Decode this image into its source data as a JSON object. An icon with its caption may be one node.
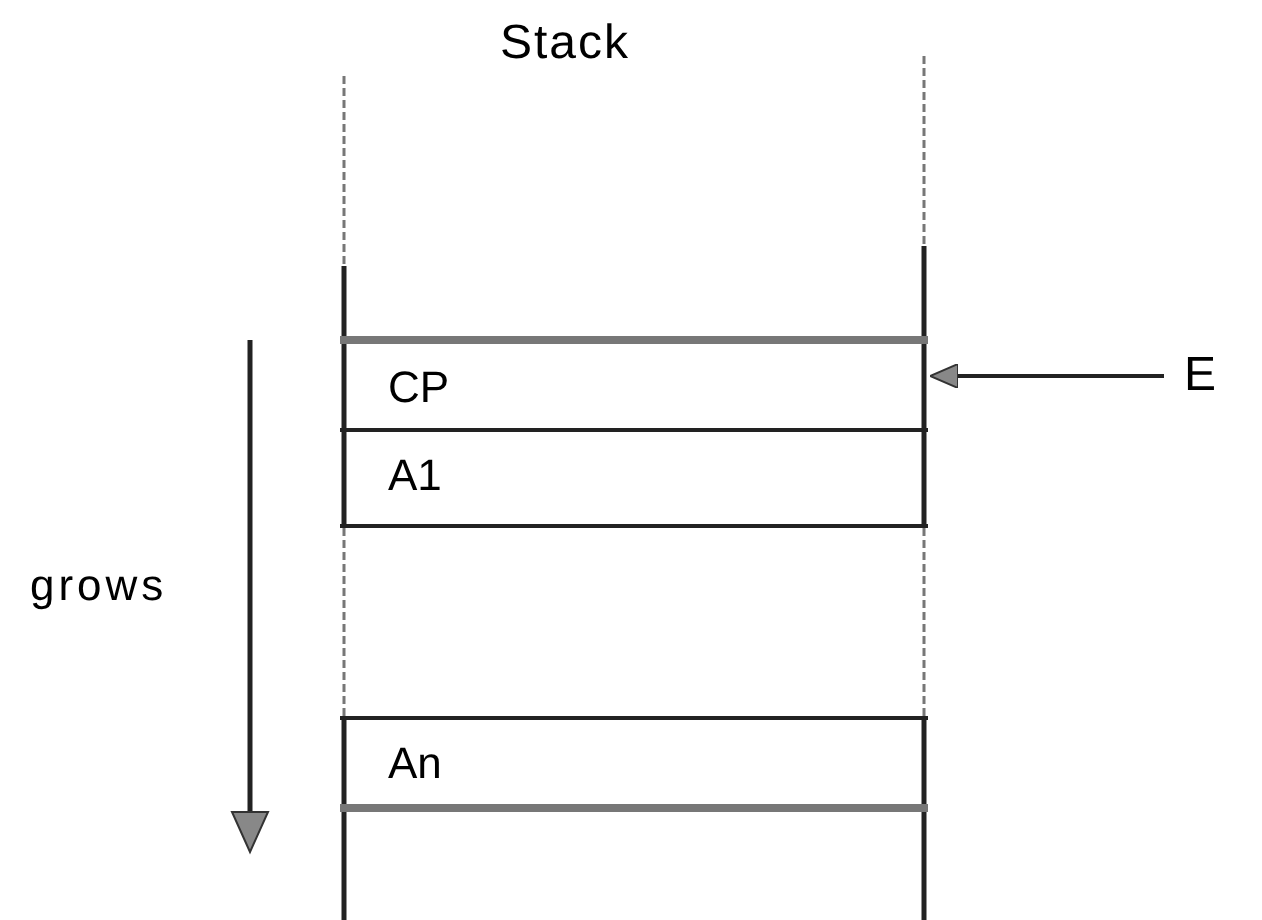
{
  "diagram": {
    "nodes": [
      {
        "text": [
          "Stack"
        ]
      },
      {
        "text": [
          "CP"
        ],
        "in": 0
      },
      {
        "text": [
          "A1"
        ],
        "in": 0
      },
      {
        "text": [
          "An"
        ],
        "in": 0
      },
      {
        "text": [
          "E"
        ]
      }
    ],
    "edges": [
      {
        "from": 4,
        "to": 1,
        "arrow": "to"
      }
    ],
    "labels": [
      "grows"
    ]
  }
}
